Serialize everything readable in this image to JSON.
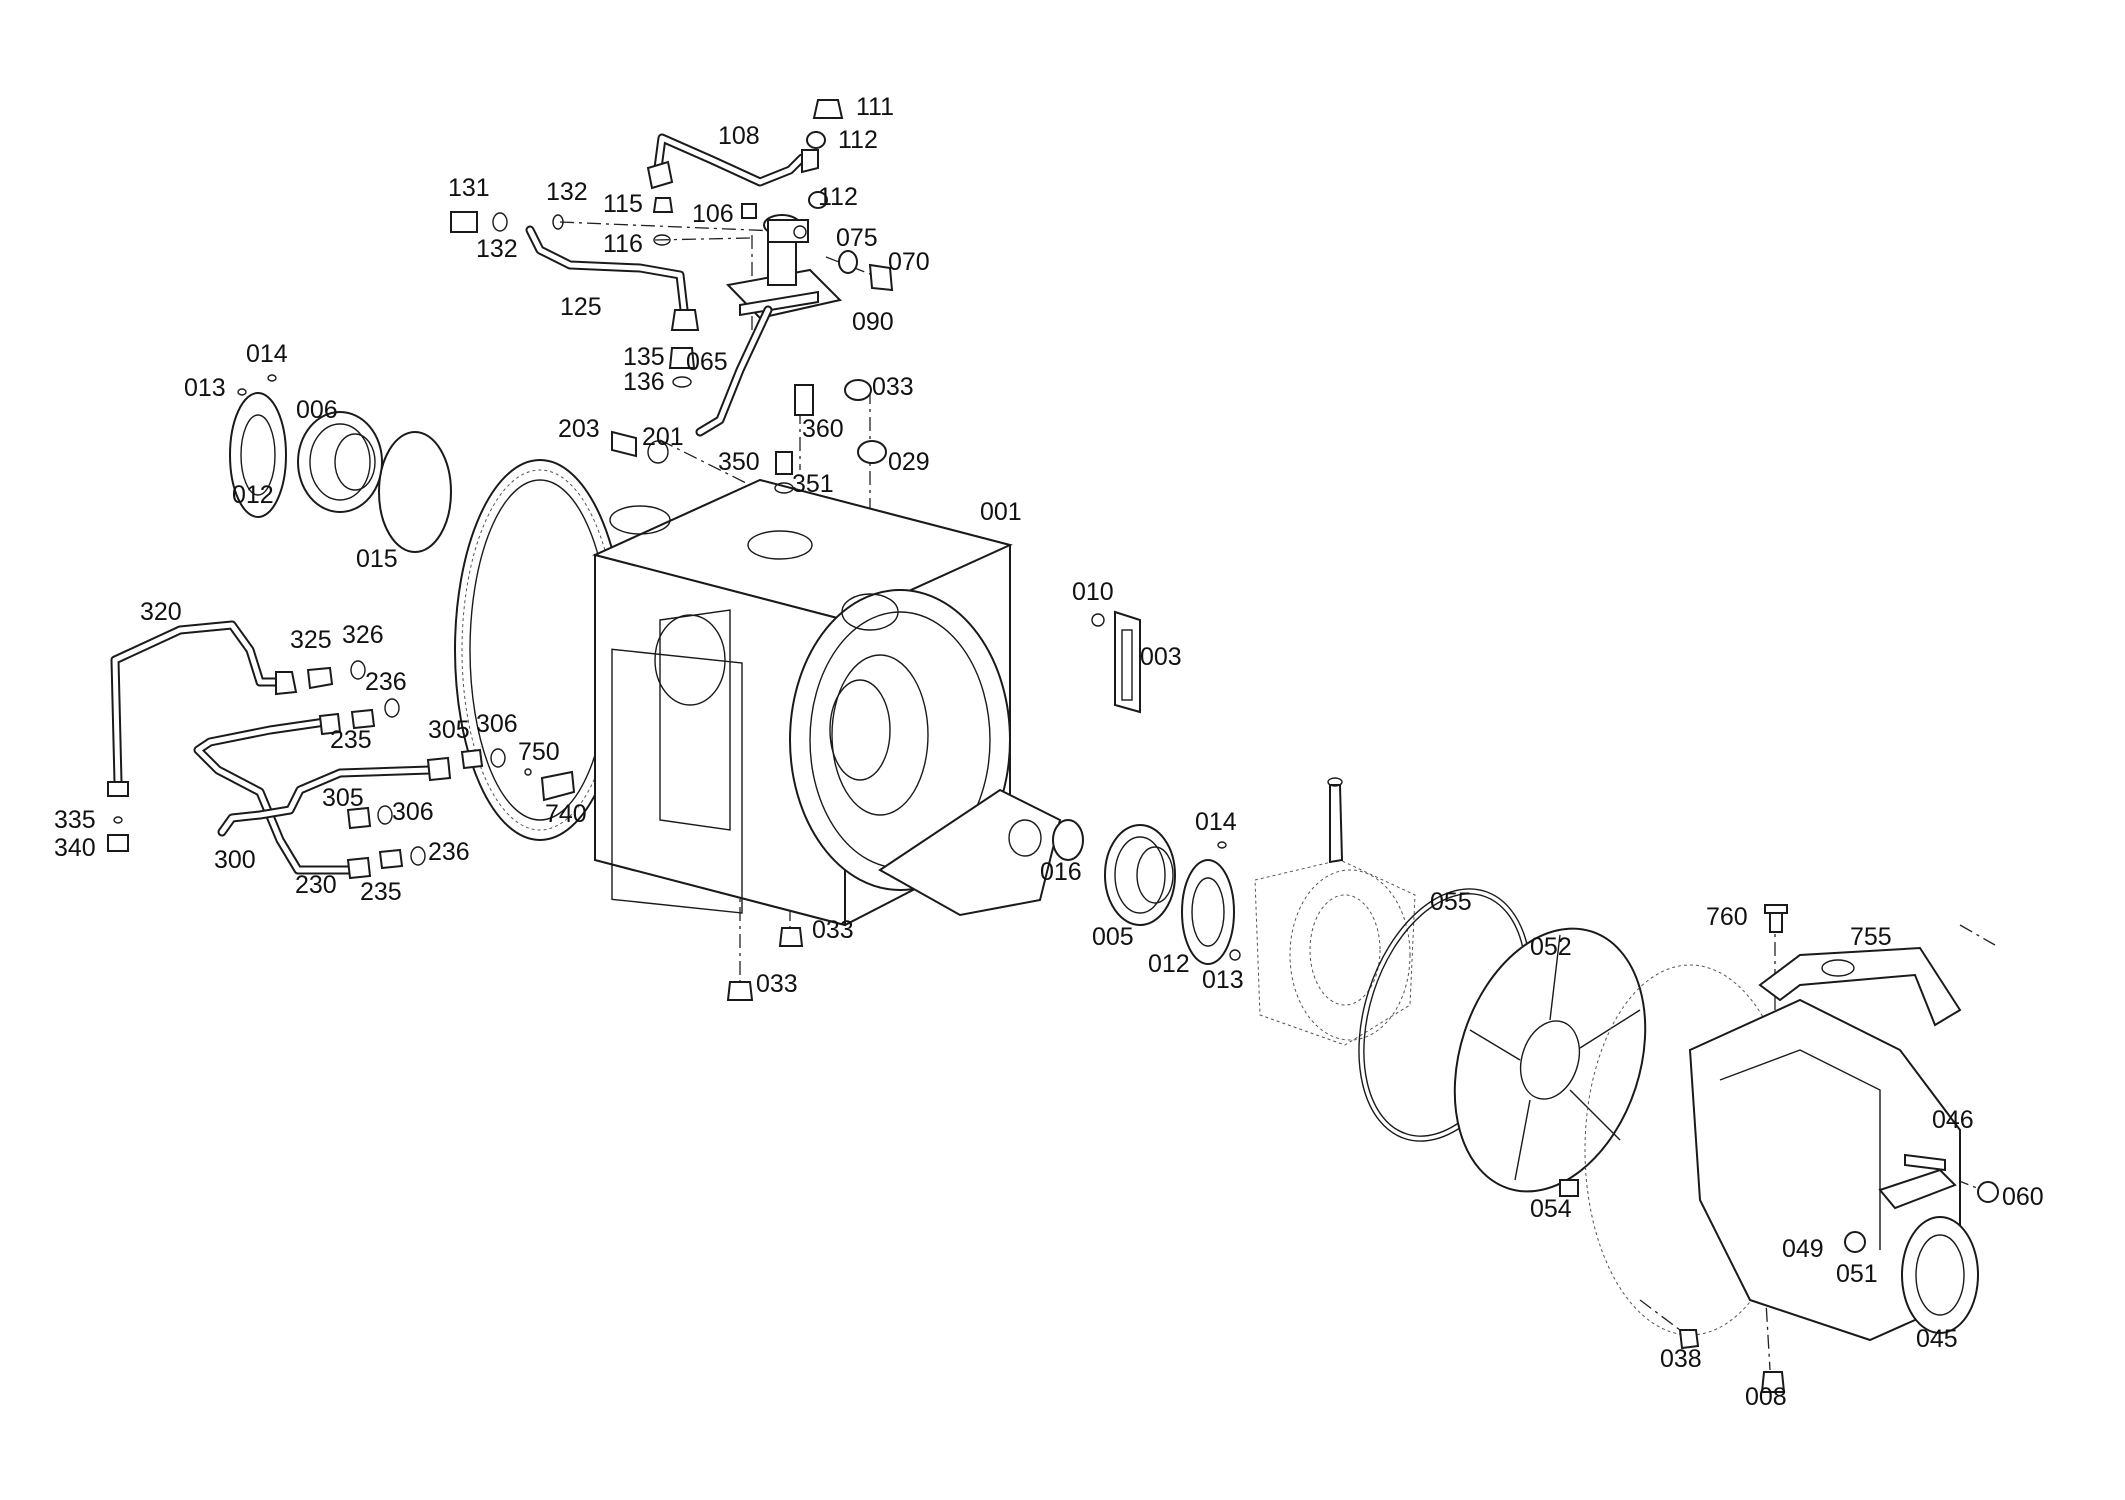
{
  "callouts": [
    "111",
    "112",
    "108",
    "112",
    "131",
    "132",
    "132",
    "115",
    "116",
    "106",
    "075",
    "070",
    "125",
    "090",
    "135",
    "136",
    "065",
    "033",
    "014",
    "013",
    "006",
    "012",
    "015",
    "203",
    "201",
    "360",
    "350",
    "351",
    "029",
    "001",
    "010",
    "003",
    "320",
    "325",
    "326",
    "236",
    "235",
    "305",
    "306",
    "750",
    "740",
    "335",
    "340",
    "300",
    "305",
    "306",
    "230",
    "235",
    "236",
    "016",
    "014",
    "005",
    "012",
    "013",
    "033",
    "033",
    "055",
    "052",
    "760",
    "755",
    "046",
    "054",
    "060",
    "049",
    "051",
    "038",
    "045",
    "008"
  ]
}
